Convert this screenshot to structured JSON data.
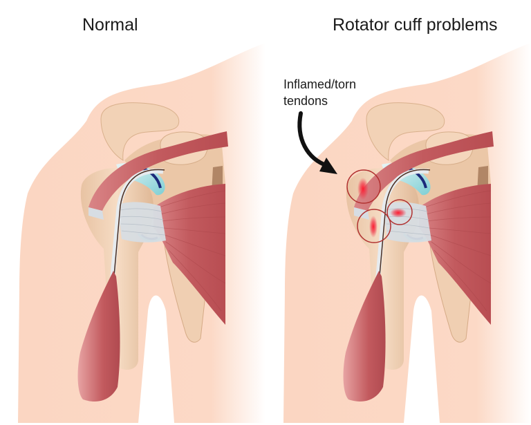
{
  "figure": {
    "panels": [
      {
        "id": "normal",
        "title": "Normal",
        "annotations": []
      },
      {
        "id": "rotator-cuff",
        "title": "Rotator cuff problems",
        "annotations": [
          {
            "line1": "Inflamed/torn",
            "line2": "tendons",
            "pointer": "curved-arrow",
            "highlight_circles": 3
          }
        ]
      }
    ]
  },
  "colors": {
    "skin": "#fbd6c2",
    "skin_fade": "#fff1ea",
    "bone": "#f2d2b6",
    "bone_shadow": "#d9b08c",
    "muscle": "#c25a5e",
    "muscle_light": "#e39a9a",
    "tendon": "#d7dde3",
    "cartilage": "#a8dde0",
    "cartilage_dark": "#1c2a7a",
    "inflammation": "#e8203a",
    "circle_outline": "#b0302f",
    "arrow": "#111111",
    "text": "#1a1a1a"
  }
}
